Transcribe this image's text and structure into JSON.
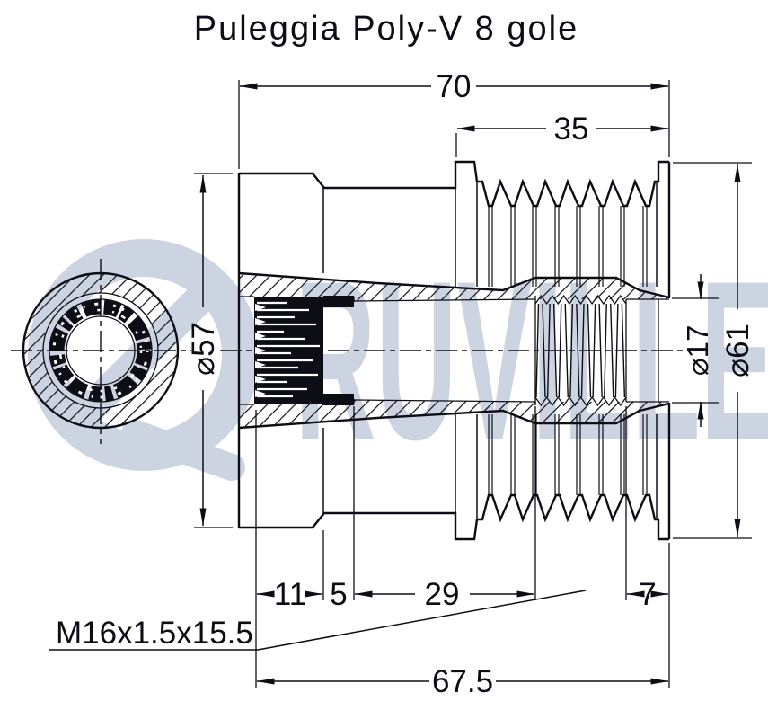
{
  "title": "Puleggia Poly-V 8 gole",
  "watermark": {
    "brand": "RUVILLE"
  },
  "dimensions": {
    "overall_length": "70",
    "pulley_width": "35",
    "flange_diameter": "⌀57",
    "bore_diameter": "⌀17",
    "pulley_outer_diameter": "⌀61",
    "flange_length": "11",
    "relief_length": "5",
    "mid_length": "29",
    "end_length": "7",
    "ref_length": "67.5",
    "thread_spec": "M16x1.5x15.5"
  },
  "colors": {
    "line": "#0d0d15",
    "watermark": "#ccd4e2",
    "background": "#ffffff"
  }
}
